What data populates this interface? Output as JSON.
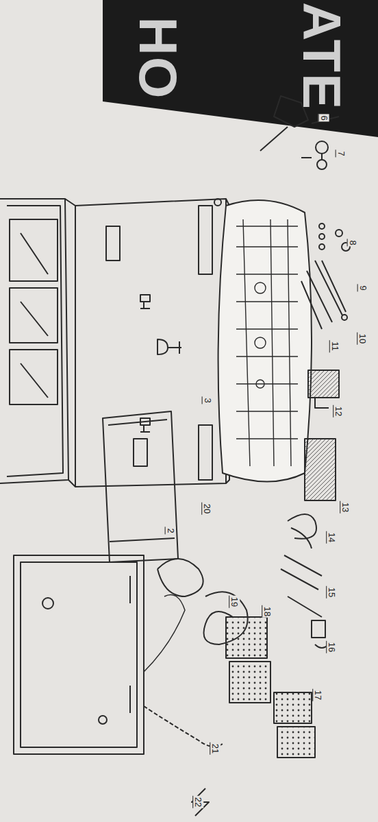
{
  "diagram": {
    "labels": [
      "НО",
      "АТЕ",
      "3",
      "2",
      "20",
      "6",
      "7",
      "8",
      "9",
      "10",
      "11",
      "12",
      "13",
      "14",
      "15",
      "16",
      "17",
      "18",
      "19",
      "21",
      "22"
    ]
  }
}
